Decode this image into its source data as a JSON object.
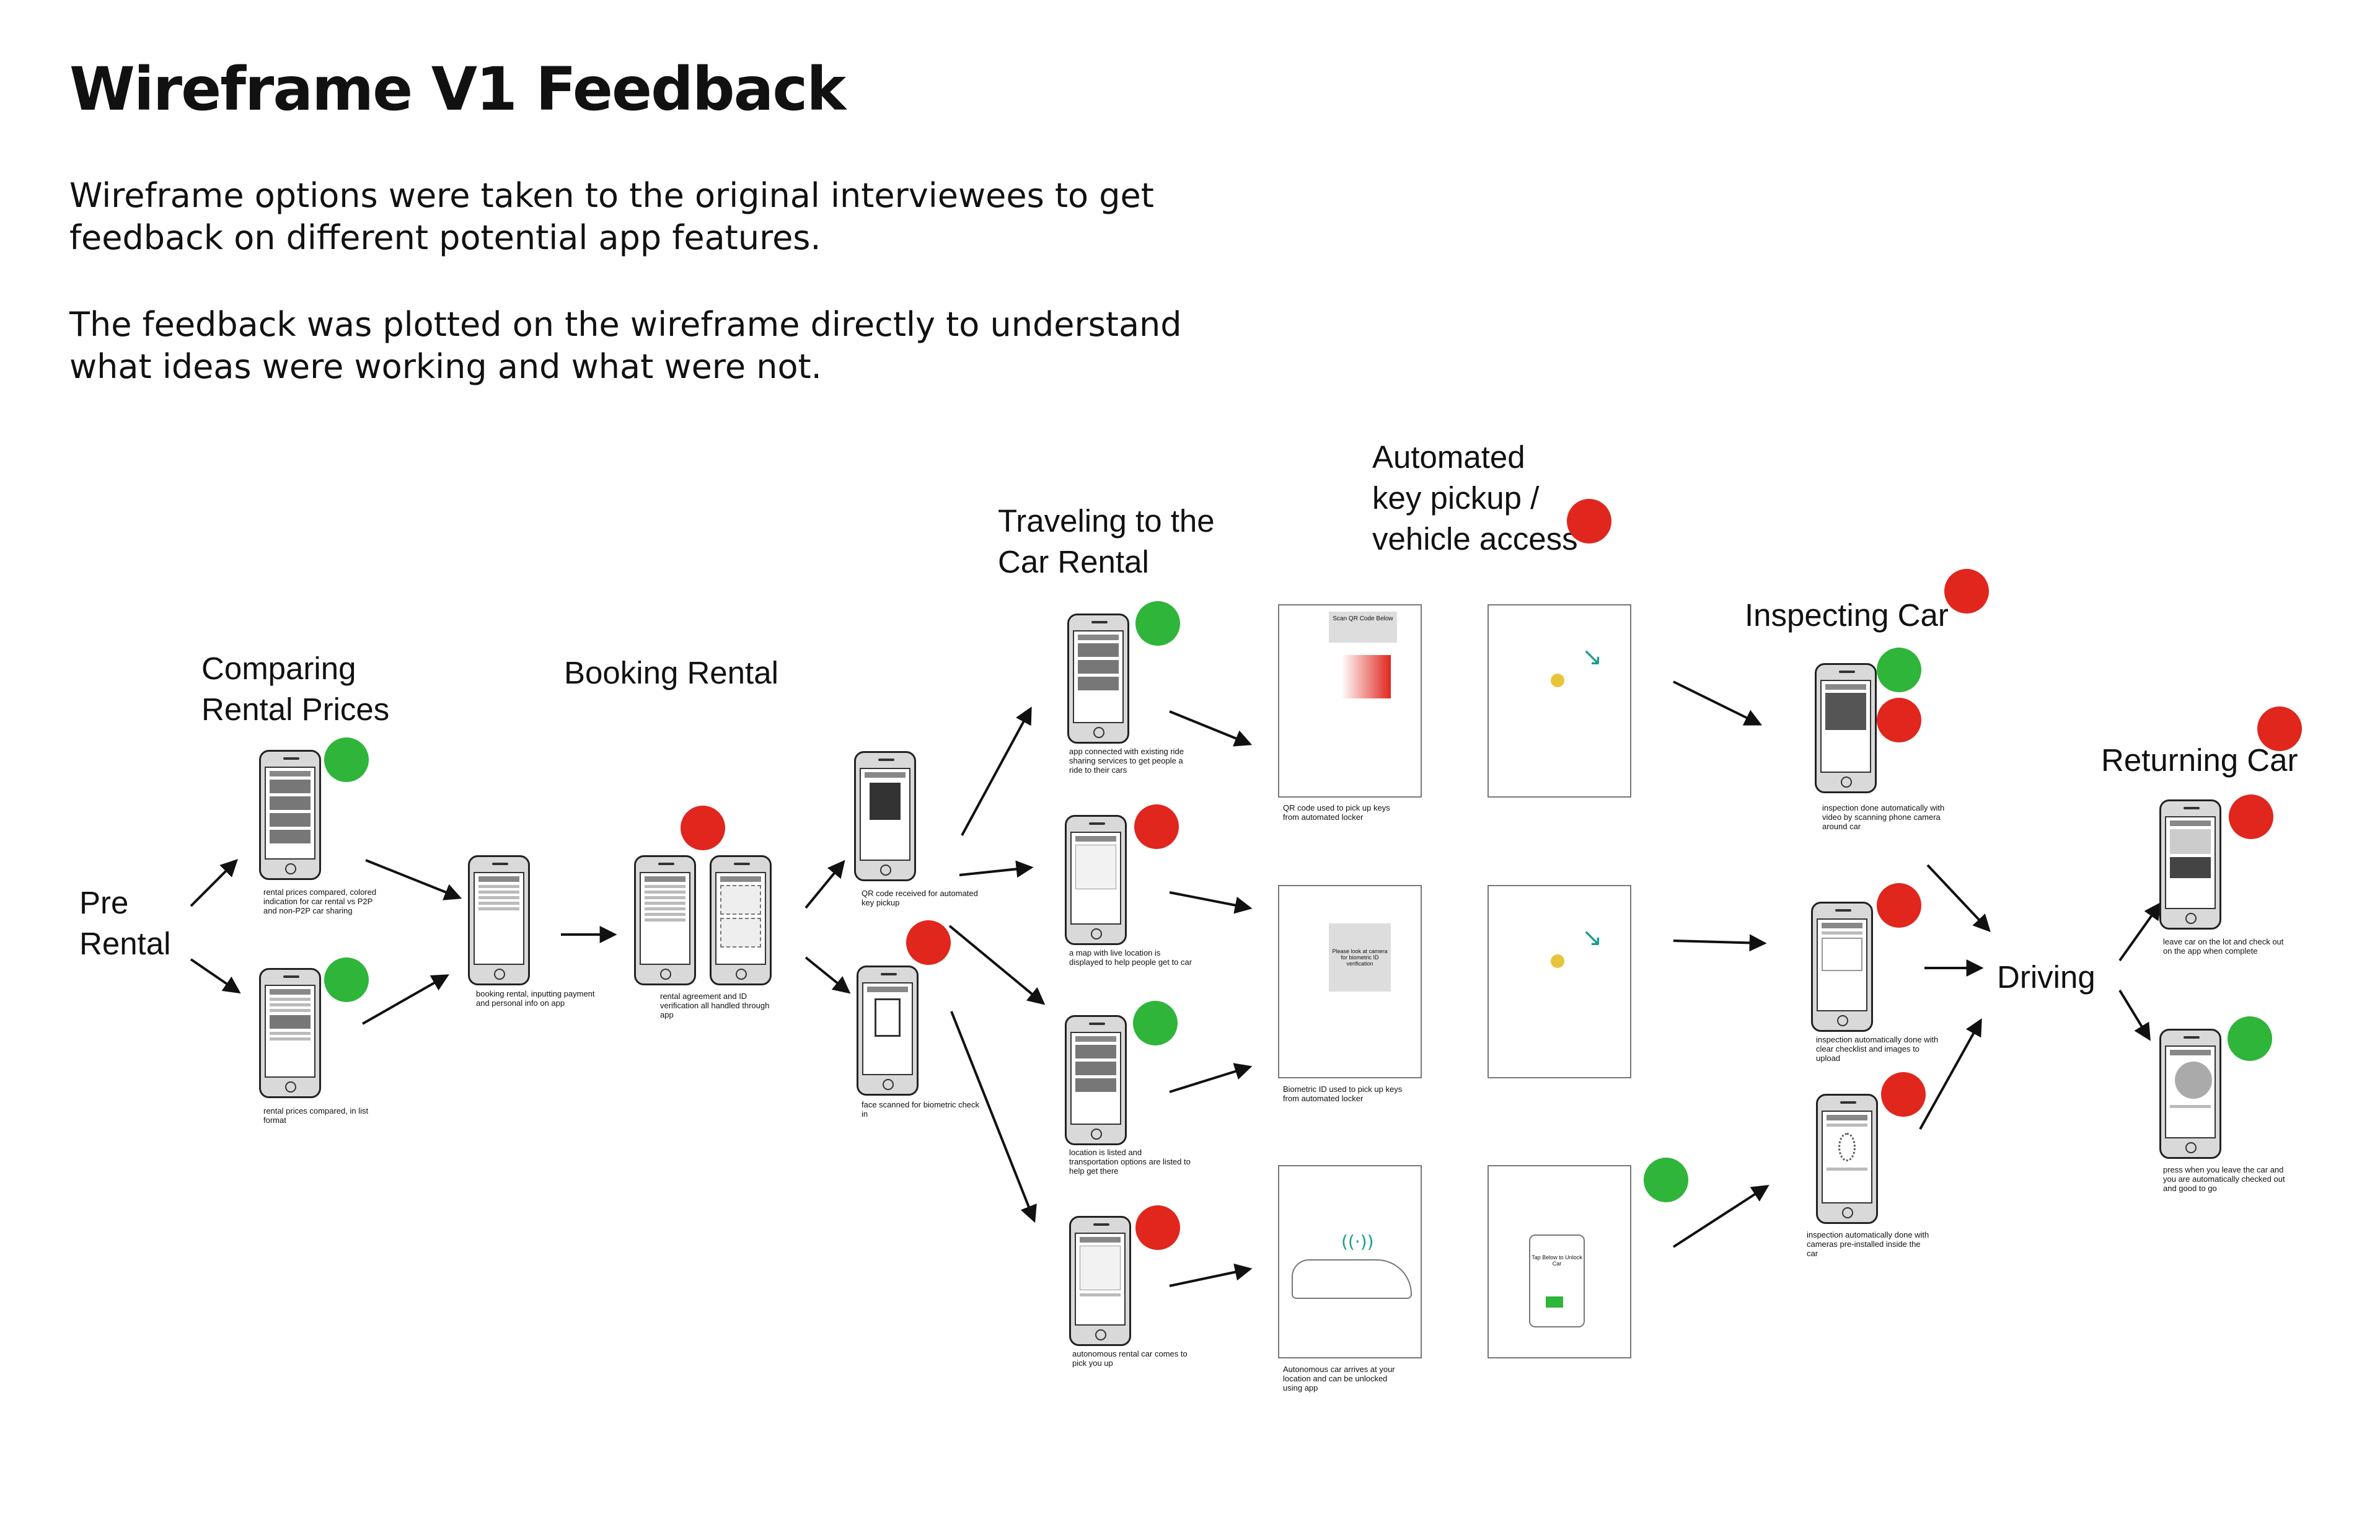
{
  "title": "Wireframe V1 Feedback",
  "intro": [
    "Wireframe options were taken to the original interviewees to get feedback on different potential app features.",
    "The feedback was plotted on the wireframe directly to understand what ideas were working and what were not."
  ],
  "stages": {
    "pre_rental": "Pre\nRental",
    "comparing": "Comparing\nRental Prices",
    "booking": "Booking Rental",
    "traveling": "Traveling to the\nCar Rental",
    "automated": "Automated\nkey pickup /\nvehicle access",
    "inspecting": "Inspecting Car",
    "driving": "Driving",
    "returning": "Returning Car"
  },
  "captions": {
    "compare_colored": "rental prices compared, colored indication for car rental vs P2P and non-P2P car sharing",
    "compare_list": "rental prices compared, in list format",
    "booking_payment": "booking rental, inputting payment and personal info on app",
    "agreement": "rental agreement and ID verification all handled through app",
    "qr_code": "QR code received for automated key pickup",
    "face_scan": "face scanned for biometric check in",
    "ride_sharing": "app connected with existing ride sharing services to get people a ride to their cars",
    "live_map": "a map with live location is displayed to help people get to car",
    "transport_options": "location is listed and transportation options are listed to help get there",
    "autonomous_pickup": "autonomous rental car comes to pick you up",
    "qr_locker": "QR code used to pick up keys from automated locker",
    "biometric_locker": "Biometric ID used to pick up keys from automated locker",
    "autonomous_arrival": "Autonomous car arrives at your location and can be unlocked using app",
    "inspect_video": "inspection done automatically with video by scanning phone camera around car",
    "inspect_checklist": "inspection automatically done with clear checklist and images to upload",
    "inspect_cameras": "inspection automatically done with cameras pre-installed inside the car",
    "return_lot": "leave car on the lot and check out on the app when complete",
    "return_press": "press when you leave the car and you are automatically checked out and good to go"
  },
  "panel_text": {
    "scan_qr": "Scan QR Code Below",
    "biometric": "Please look at camera for biometric ID verification",
    "tap_unlock": "Tap Below to Unlock Car"
  },
  "colors": {
    "positive": "#2fb53a",
    "negative": "#e0261d",
    "accent": "#1a9c8f"
  }
}
